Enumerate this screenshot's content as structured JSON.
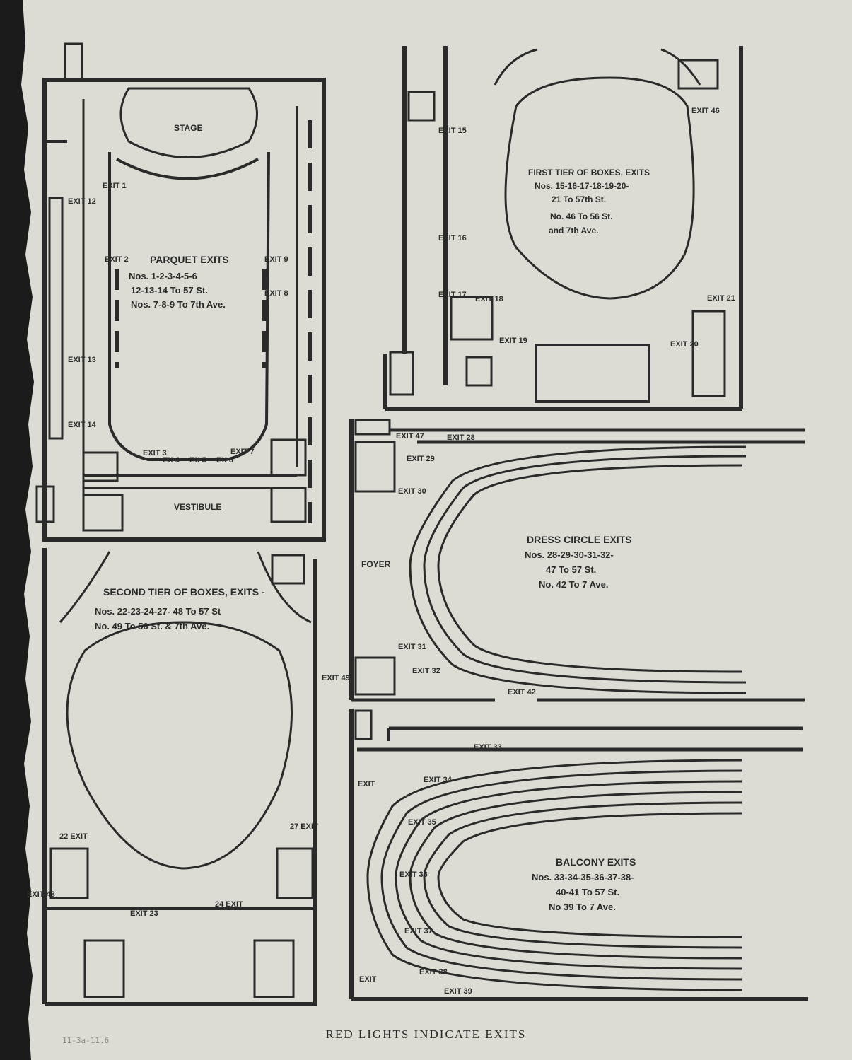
{
  "caption": "RED LIGHTS INDICATE EXITS",
  "pencil_note": "11-3a-11.6",
  "colors": {
    "paper": "#dcdcd4",
    "ink": "#2a2a2a",
    "backing": "#1b1b1b"
  },
  "parquet": {
    "stage": "STAGE",
    "vestibule": "VESTIBULE",
    "title": "PARQUET EXITS",
    "lines": [
      "Nos. 1-2-3-4-5-6",
      "12-13-14 To 57 St.",
      "Nos. 7-8-9 To 7th Ave."
    ],
    "exits": [
      "EXIT 1",
      "EXIT 2",
      "EXIT 12",
      "EXIT 13",
      "EXIT 14",
      "EXIT 9",
      "EXIT 8",
      "EXIT 3",
      "EX 4",
      "EX 5",
      "EX 6",
      "EXIT 7"
    ]
  },
  "first_tier": {
    "title": "FIRST TIER OF BOXES, EXITS",
    "lines": [
      "Nos. 15-16-17-18-19-20-",
      "21 To 57th St.",
      "No. 46 To 56 St.",
      "and 7th Ave."
    ],
    "exits": [
      "EXIT 15",
      "EXIT 16",
      "EXIT 17",
      "EXIT 18",
      "EXIT 19",
      "EXIT 46",
      "EXIT 21",
      "EXIT 20"
    ]
  },
  "second_tier": {
    "title": "SECOND TIER OF BOXES, EXITS -",
    "lines": [
      "Nos. 22-23-24-27- 48 To 57 St",
      "No. 49 To 56 St. & 7th Ave."
    ],
    "exits": [
      "EXIT 49",
      "22 EXIT",
      "27 EXIT",
      "EXIT 48",
      "EXIT 23",
      "24 EXIT"
    ]
  },
  "dress_circle": {
    "foyer": "FOYER",
    "title": "DRESS CIRCLE EXITS",
    "lines": [
      "Nos. 28-29-30-31-32-",
      "47 To 57 St.",
      "No. 42 To 7 Ave."
    ],
    "exits": [
      "EXIT 47",
      "EXIT 28",
      "EXIT 29",
      "EXIT 30",
      "EXIT 31",
      "EXIT 32",
      "EXIT 42"
    ]
  },
  "balcony": {
    "title": "BALCONY EXITS",
    "lines": [
      "Nos. 33-34-35-36-37-38-",
      "40-41 To 57 St.",
      "No 39 To 7 Ave."
    ],
    "exits": [
      "EXIT 33",
      "EXIT",
      "EXIT 34",
      "EXIT 35",
      "EXIT 36",
      "EXIT 37",
      "EXIT 38",
      "EXIT 39",
      "EXIT"
    ]
  }
}
